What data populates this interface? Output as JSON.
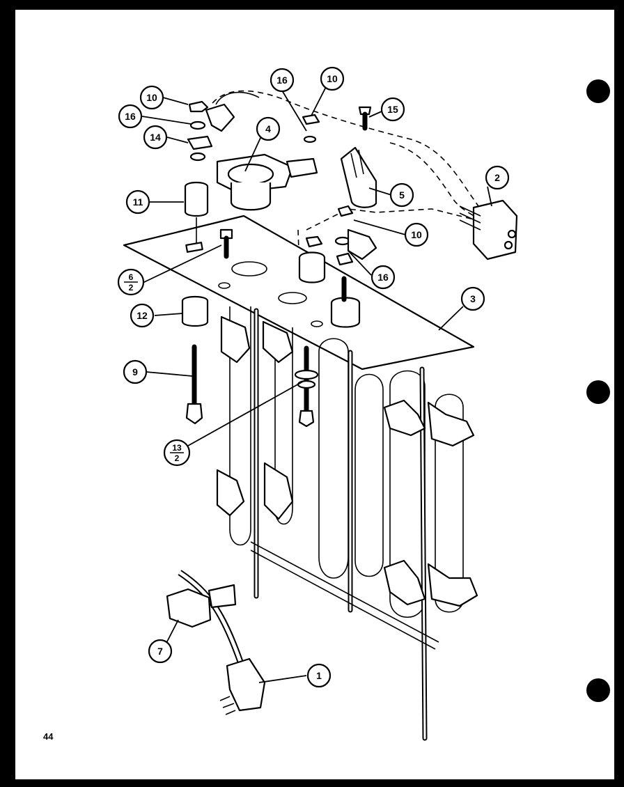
{
  "page_number": "44",
  "callouts": [
    {
      "id": "c1",
      "label": "1"
    },
    {
      "id": "c2",
      "label": "2"
    },
    {
      "id": "c3",
      "label": "3"
    },
    {
      "id": "c4",
      "label": "4"
    },
    {
      "id": "c5",
      "label": "5"
    },
    {
      "id": "c6",
      "label": "6",
      "sub": "2"
    },
    {
      "id": "c7",
      "label": "7"
    },
    {
      "id": "c9",
      "label": "9"
    },
    {
      "id": "c10a",
      "label": "10"
    },
    {
      "id": "c10b",
      "label": "10"
    },
    {
      "id": "c10c",
      "label": "10"
    },
    {
      "id": "c11",
      "label": "11"
    },
    {
      "id": "c12",
      "label": "12"
    },
    {
      "id": "c13",
      "label": "13",
      "sub": "2"
    },
    {
      "id": "c14",
      "label": "14"
    },
    {
      "id": "c15",
      "label": "15"
    },
    {
      "id": "c16a",
      "label": "16"
    },
    {
      "id": "c16b",
      "label": "16"
    },
    {
      "id": "c16c",
      "label": "16"
    }
  ]
}
